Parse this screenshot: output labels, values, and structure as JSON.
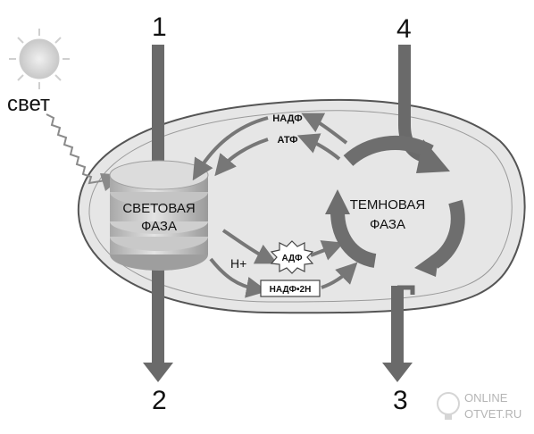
{
  "labels": {
    "light": "свет",
    "light_phase_line1": "СВЕТОВАЯ",
    "light_phase_line2": "ФАЗА",
    "dark_phase_line1": "ТЕМНОВАЯ",
    "dark_phase_line2": "ФАЗА",
    "nadp": "НАДФ",
    "atp": "АТФ",
    "adp": "АДФ",
    "h_plus": "Н+",
    "nadph": "НАДФ•2Н",
    "num1": "1",
    "num2": "2",
    "num3": "3",
    "num4": "4"
  },
  "watermark": {
    "line1": "ONLINE",
    "line2": "OTVET.RU"
  },
  "colors": {
    "cell_fill": "#e6e6e6",
    "cell_stroke": "#555555",
    "arrow_dark": "#6a6a6a",
    "arrow_mid": "#8a8a8a",
    "sun": "#d2d2d2",
    "stack": "#bdbdbd"
  }
}
